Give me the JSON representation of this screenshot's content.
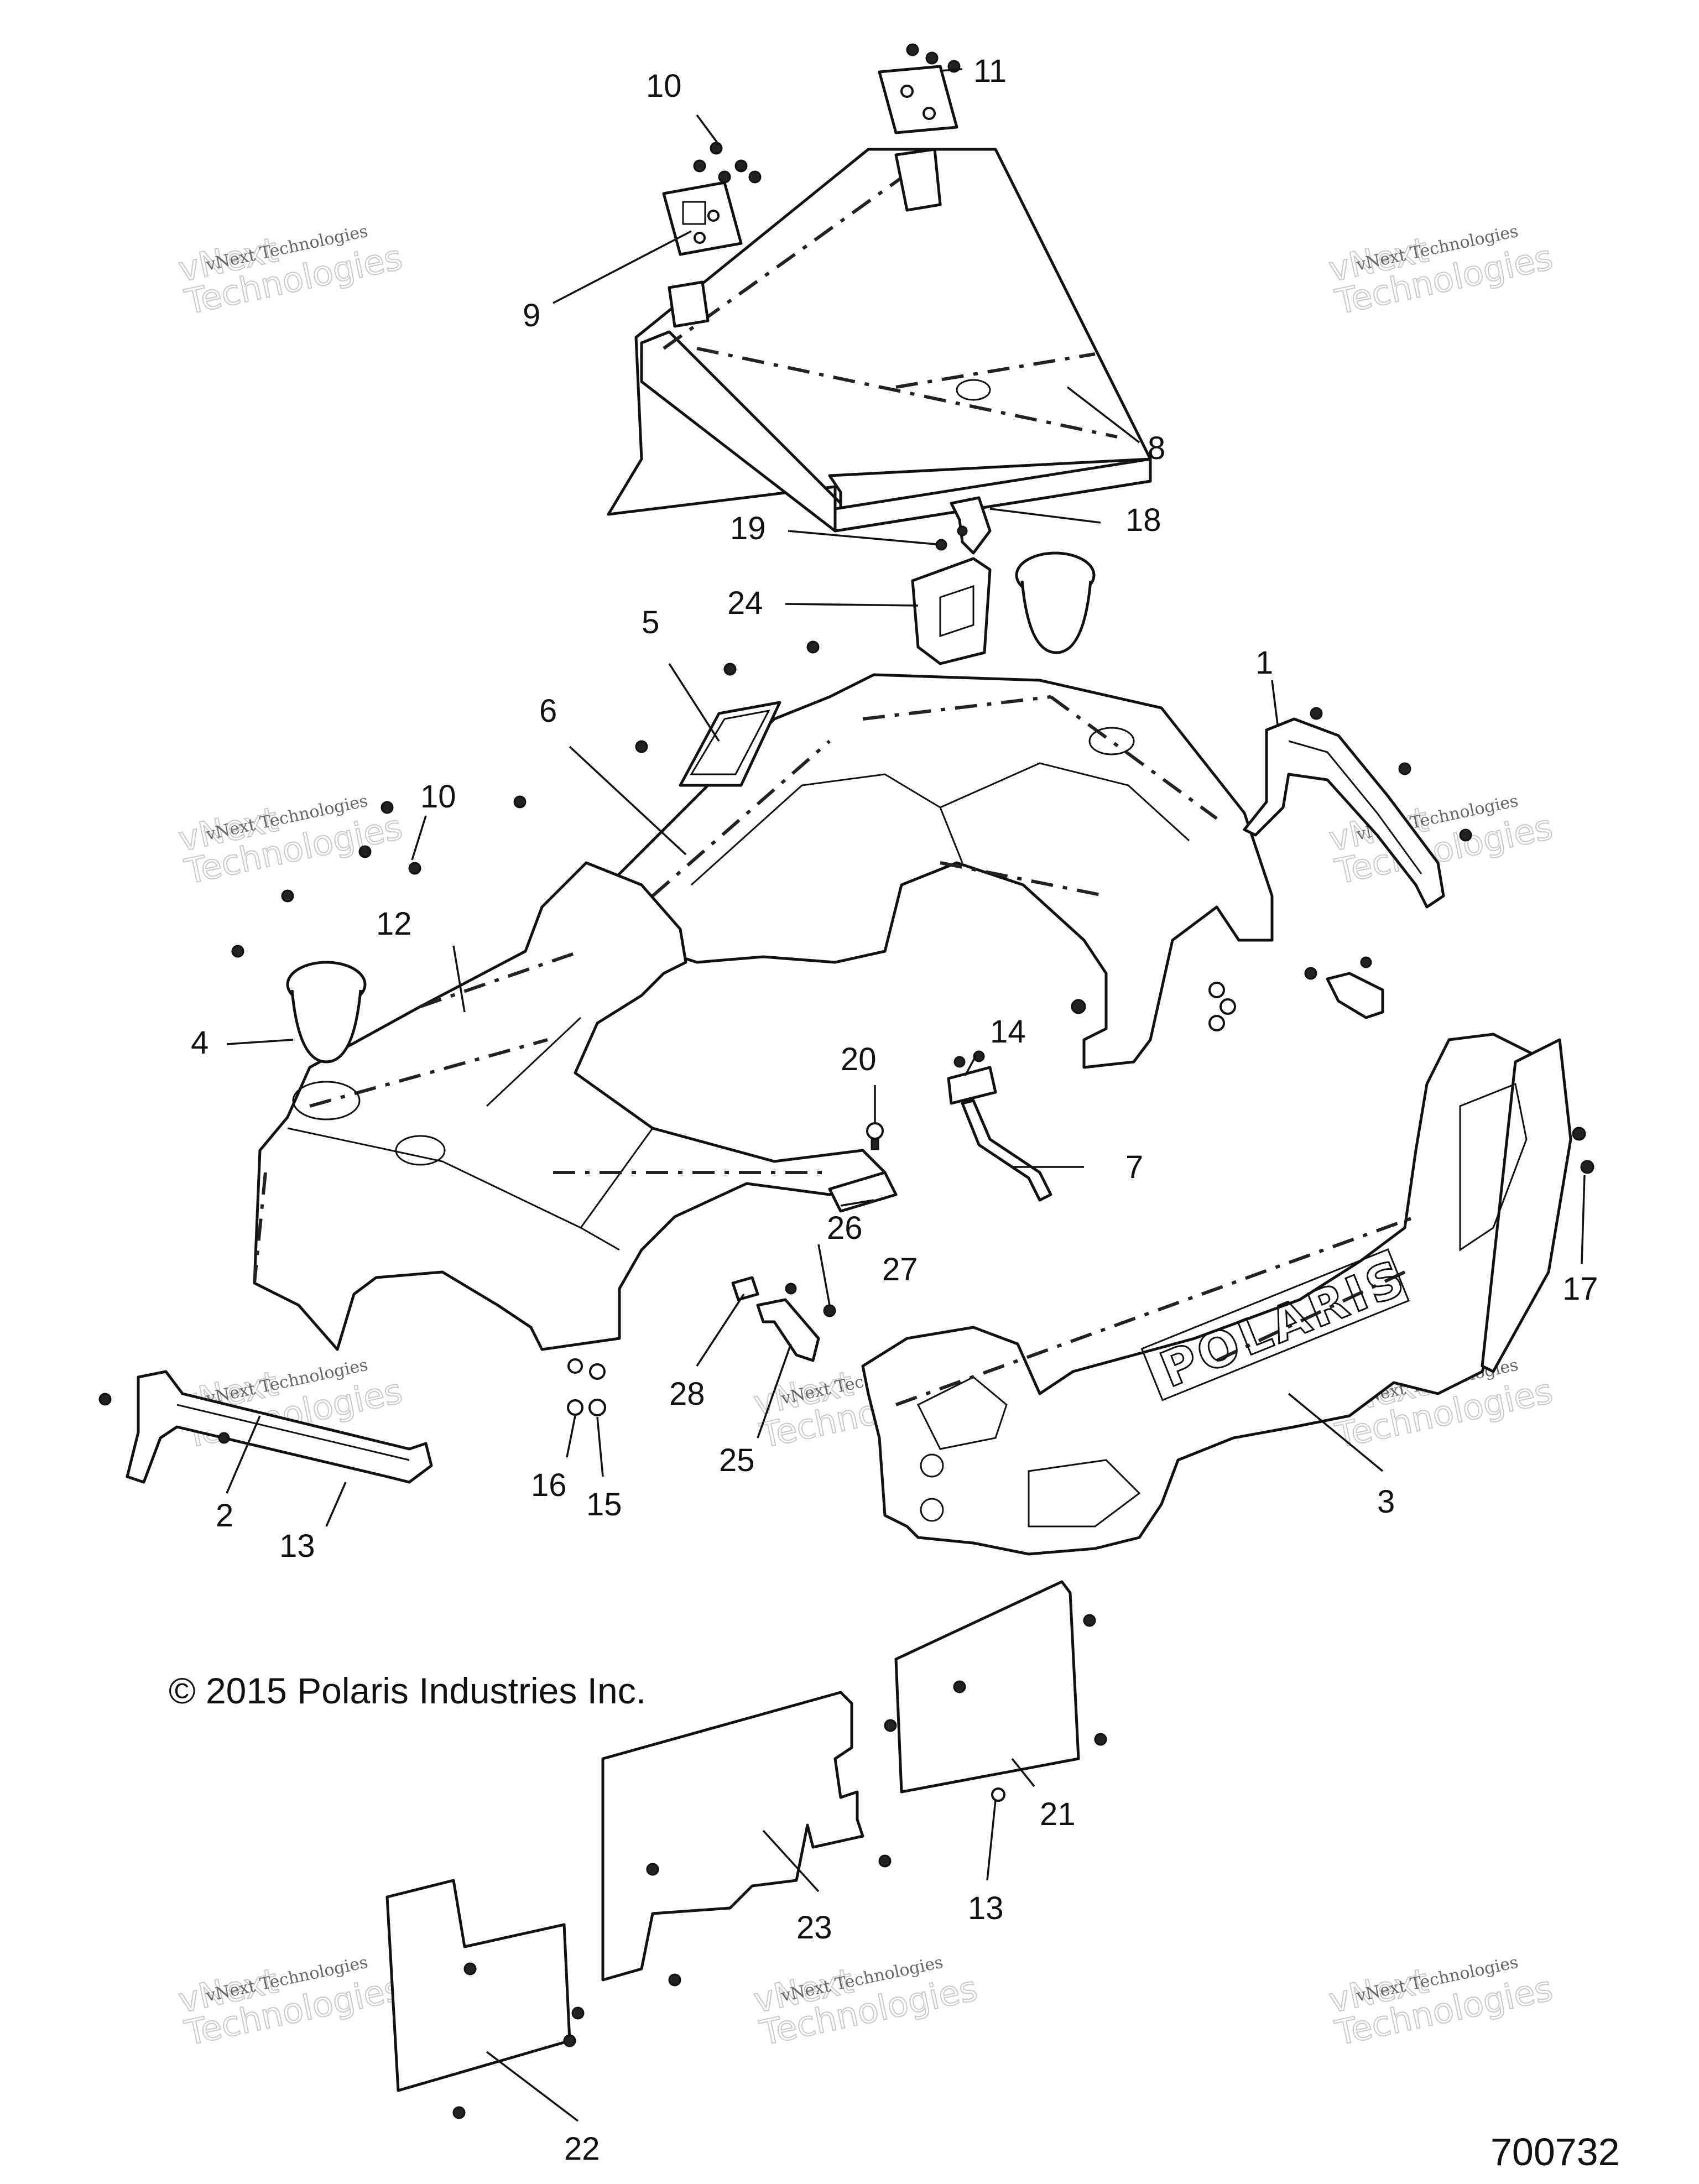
{
  "diagram": {
    "copyright": "© 2015 Polaris Industries Inc.",
    "diagram_id": "700732",
    "watermark_line1": "vNext Technologies",
    "watermark_line2": "vNext",
    "watermark_line3": "Technologies",
    "brand_mark": "POLARIS"
  },
  "callouts": [
    "1",
    "2",
    "3",
    "4",
    "5",
    "6",
    "7",
    "8",
    "9",
    "10",
    "10",
    "11",
    "12",
    "13",
    "13",
    "14",
    "15",
    "16",
    "17",
    "18",
    "19",
    "20",
    "21",
    "22",
    "23",
    "24",
    "25",
    "26",
    "27",
    "28"
  ]
}
